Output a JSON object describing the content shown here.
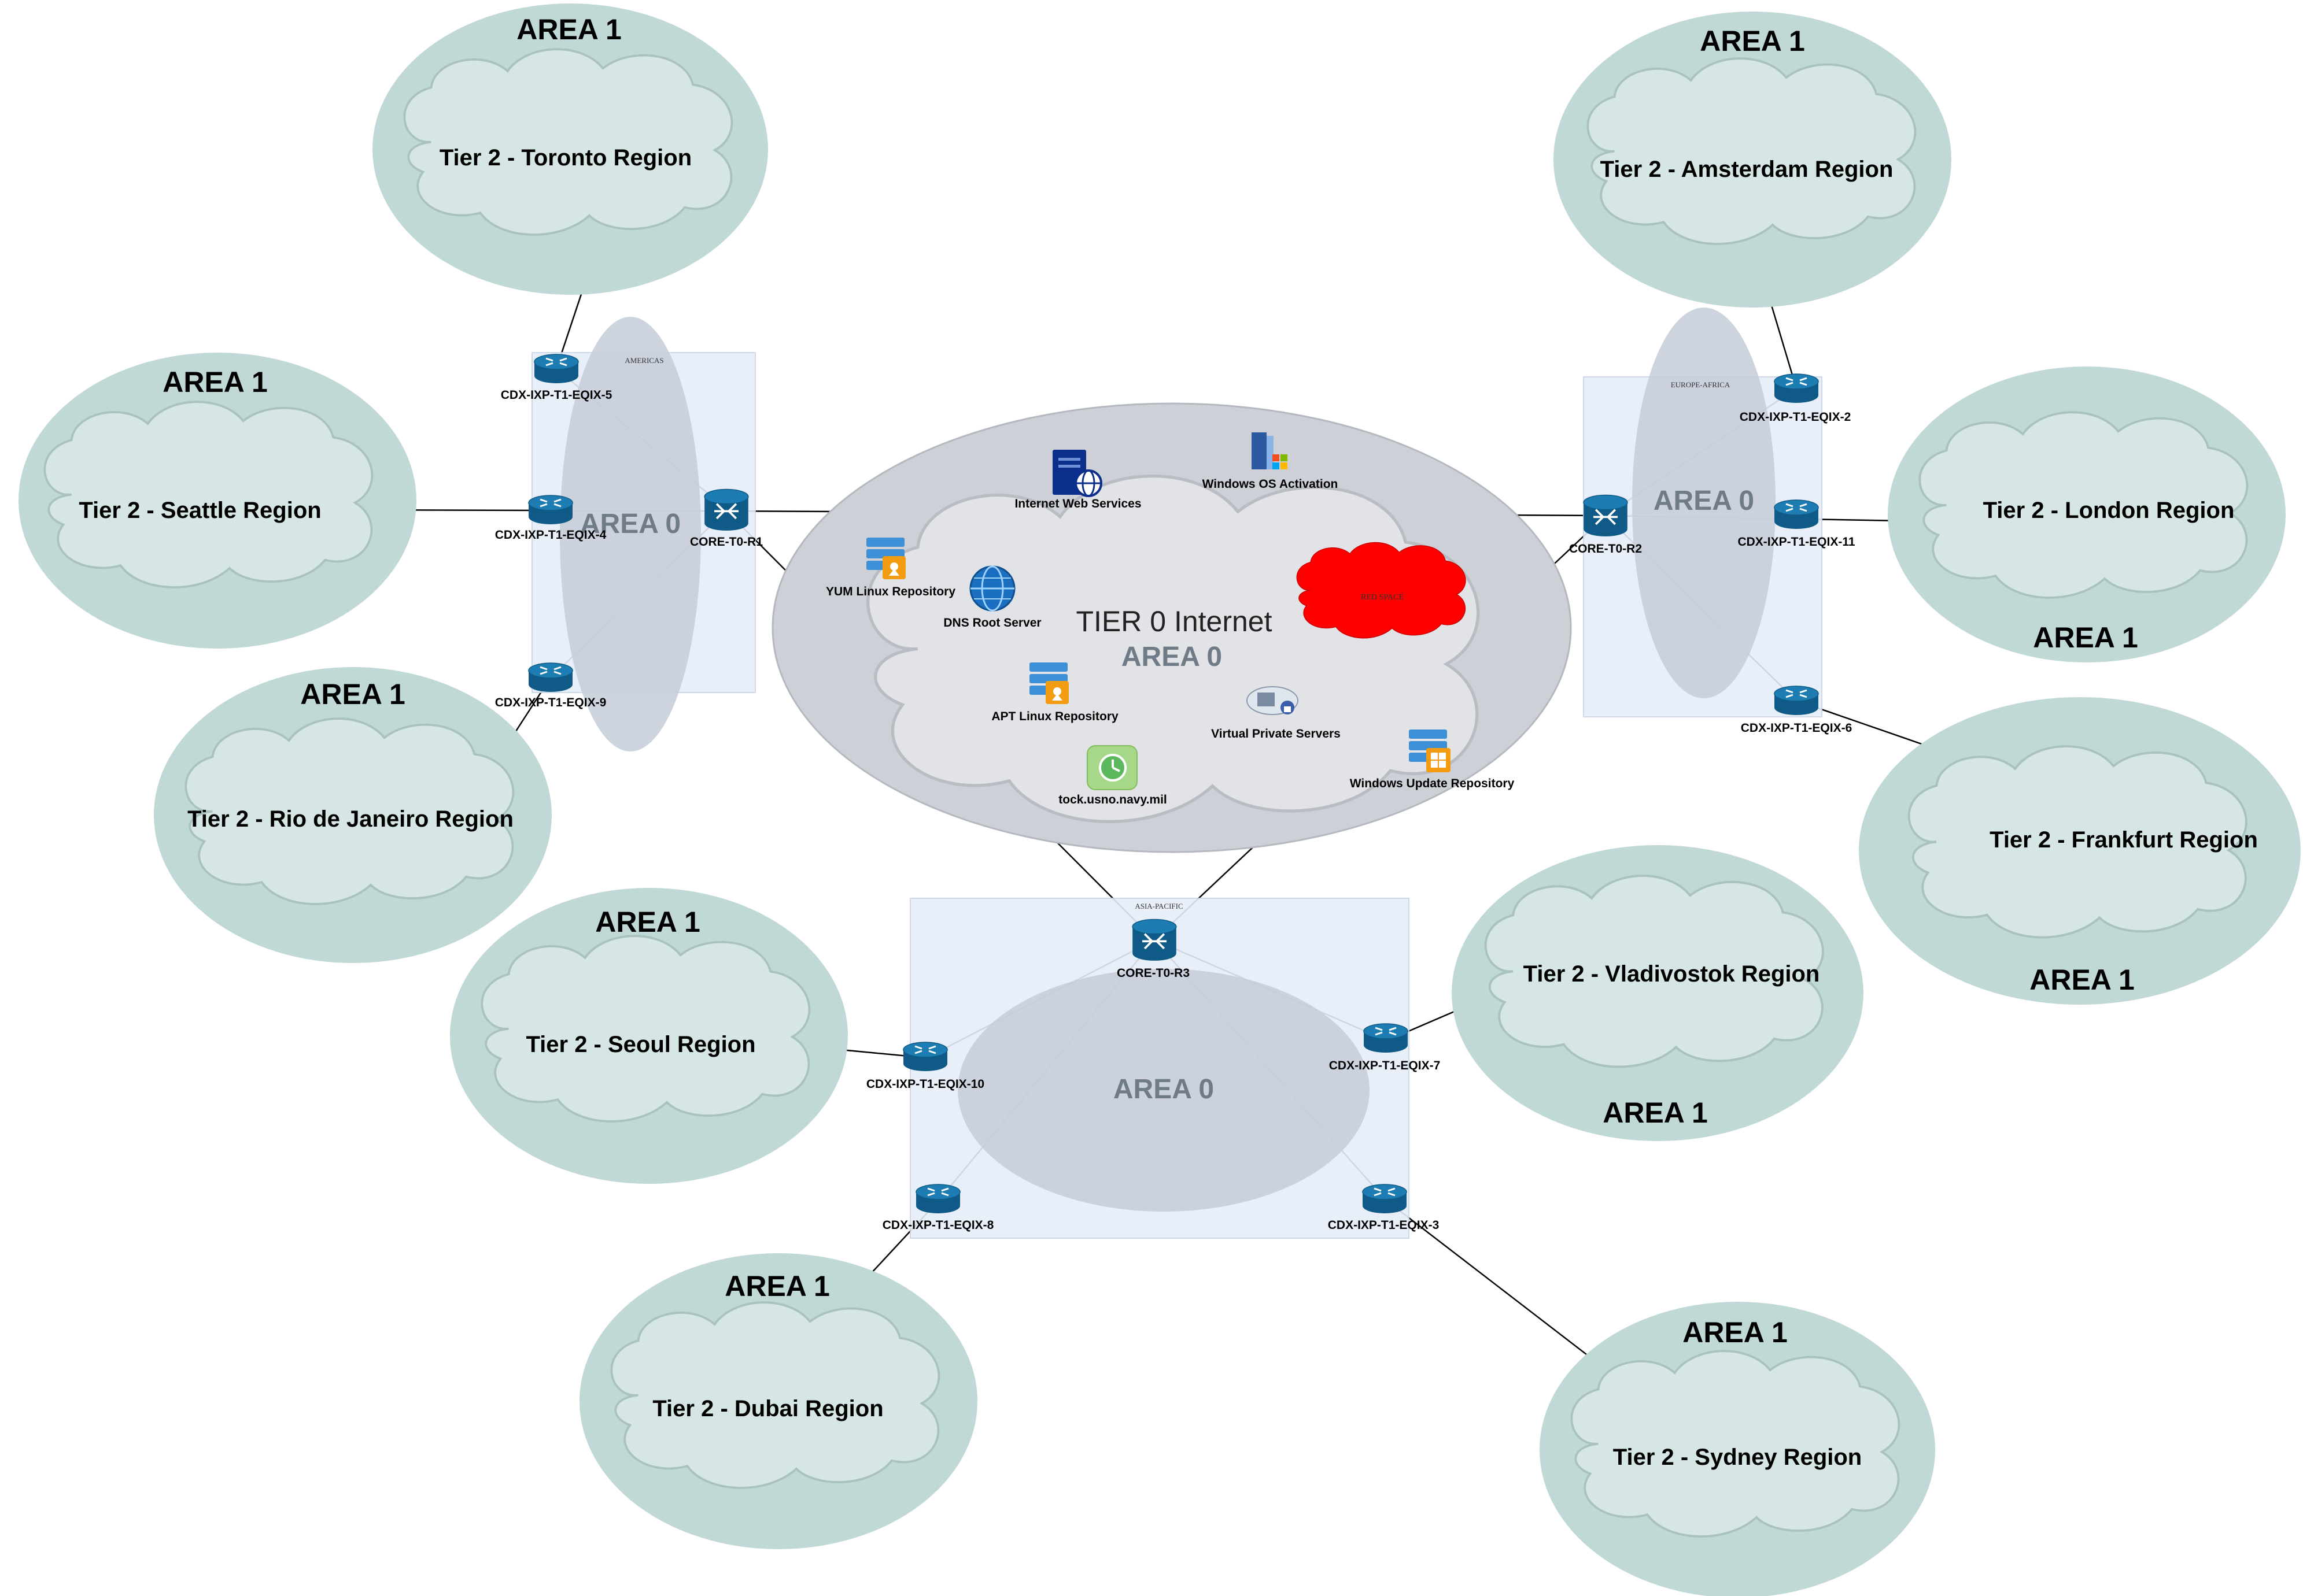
{
  "tier0": {
    "title": "TIER 0 Internet",
    "area": "AREA 0",
    "red_space": "RED SPACE"
  },
  "zones": {
    "americas": {
      "label": "AMERICAS",
      "area": "AREA 0"
    },
    "europe_africa": {
      "label": "EUROPE-AFRICA",
      "area": "AREA 0"
    },
    "asia_pacific": {
      "label": "ASIA-PACIFIC",
      "area": "AREA 0"
    }
  },
  "regions": [
    {
      "area": "AREA 1",
      "name": "Tier 2 - Toronto Region"
    },
    {
      "area": "AREA 1",
      "name": "Tier 2 - Seattle Region"
    },
    {
      "area": "AREA 1",
      "name": "Tier 2 - Rio de Janeiro Region"
    },
    {
      "area": "AREA 1",
      "name": "Tier 2 - Amsterdam Region"
    },
    {
      "area": "AREA 1",
      "name": "Tier 2 - London Region"
    },
    {
      "area": "AREA 1",
      "name": "Tier 2 - Frankfurt Region"
    },
    {
      "area": "AREA 1",
      "name": "Tier 2 - Seoul Region"
    },
    {
      "area": "AREA 1",
      "name": "Tier 2 - Vladivostok Region"
    },
    {
      "area": "AREA 1",
      "name": "Tier 2 - Dubai Region"
    },
    {
      "area": "AREA 1",
      "name": "Tier 2 - Sydney Region"
    }
  ],
  "core_routers": [
    {
      "name": "CORE-T0-R1"
    },
    {
      "name": "CORE-T0-R2"
    },
    {
      "name": "CORE-T0-R3"
    }
  ],
  "edge_routers": [
    {
      "name": "CDX-IXP-T1-EQIX-5"
    },
    {
      "name": "CDX-IXP-T1-EQIX-4"
    },
    {
      "name": "CDX-IXP-T1-EQIX-9"
    },
    {
      "name": "CDX-IXP-T1-EQIX-2"
    },
    {
      "name": "CDX-IXP-T1-EQIX-11"
    },
    {
      "name": "CDX-IXP-T1-EQIX-6"
    },
    {
      "name": "CDX-IXP-T1-EQIX-10"
    },
    {
      "name": "CDX-IXP-T1-EQIX-7"
    },
    {
      "name": "CDX-IXP-T1-EQIX-8"
    },
    {
      "name": "CDX-IXP-T1-EQIX-3"
    }
  ],
  "services": [
    {
      "name": "Internet Web Services",
      "icon": "web-server-icon"
    },
    {
      "name": "Windows OS Activation",
      "icon": "windows-activation-icon"
    },
    {
      "name": "YUM Linux Repository",
      "icon": "linux-repo-icon"
    },
    {
      "name": "DNS Root Server",
      "icon": "dns-globe-icon"
    },
    {
      "name": "APT Linux Repository",
      "icon": "linux-repo-icon"
    },
    {
      "name": "Virtual Private Servers",
      "icon": "vps-cloud-icon"
    },
    {
      "name": "Windows Update Repository",
      "icon": "windows-repo-icon"
    },
    {
      "name": "tock.usno.navy.mil",
      "icon": "clock-icon"
    }
  ]
}
